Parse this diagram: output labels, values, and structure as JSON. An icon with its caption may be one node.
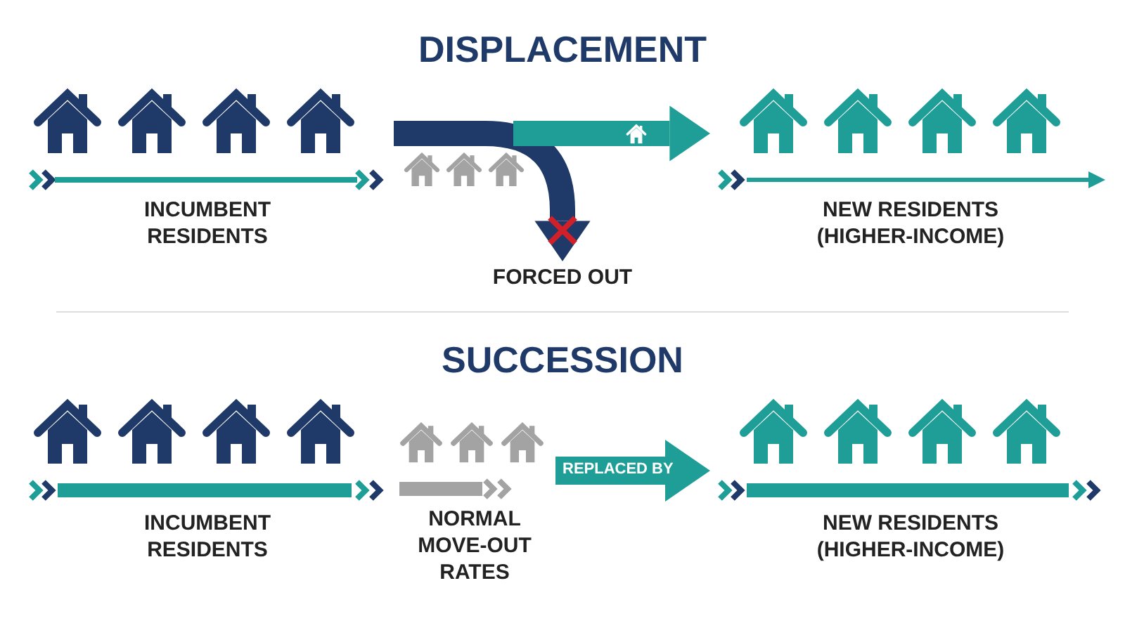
{
  "diagram": {
    "nodes": [
      {
        "text": [
          "INCUMBENT RESIDENTS"
        ]
      },
      {
        "text": [
          "FORCED OUT"
        ]
      },
      {
        "text": [
          "NEW RESIDENTS (HIGHER-INCOME)"
        ]
      },
      {
        "text": [
          "INCUMBENT RESIDENTS"
        ]
      },
      {
        "text": [
          "NORMAL MOVE-OUT RATES"
        ]
      },
      {
        "text": [
          "NEW RESIDENTS (HIGHER-INCOME)"
        ]
      }
    ],
    "edges": [
      {
        "from": 0,
        "to": 1,
        "arrow": "to",
        "color": "#1f3a68"
      },
      {
        "from": null,
        "to": 2,
        "arrow": "to"
      },
      {
        "from": 4,
        "to": 5,
        "arrow": "to",
        "label": "REPLACED BY"
      }
    ],
    "labels": [
      "DISPLACEMENT",
      "SUCCESSION"
    ]
  }
}
